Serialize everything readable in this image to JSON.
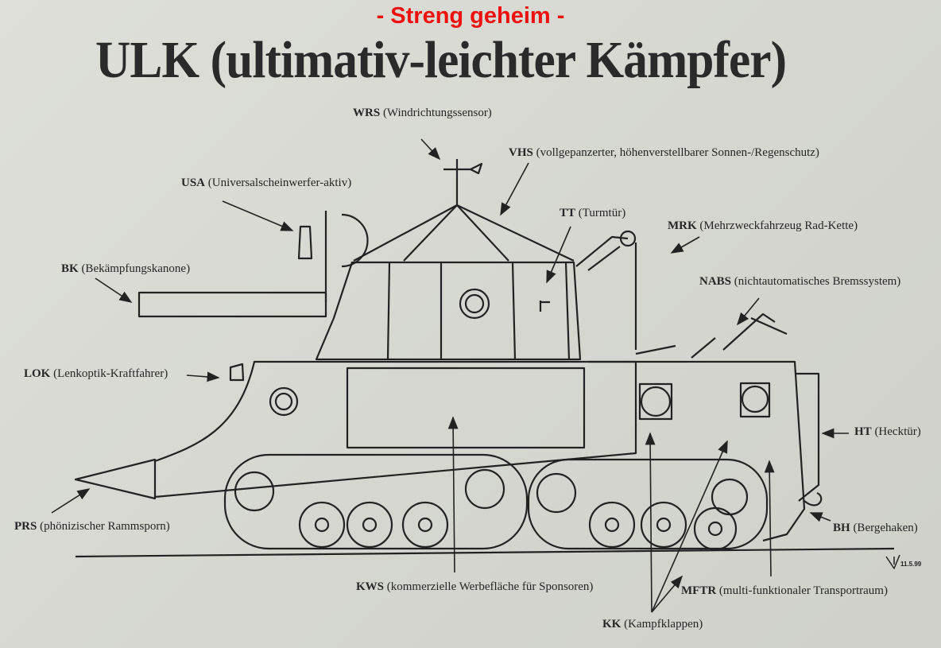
{
  "header": {
    "secret_label": "- Streng geheim -",
    "title": "ULK (ultimativ-leichter Kämpfer)"
  },
  "labels": {
    "wrs": {
      "abbr": "WRS",
      "desc": " (Windrichtungssensor)"
    },
    "vhs": {
      "abbr": "VHS",
      "desc": " (vollgepanzerter, höhenverstellbarer Sonnen-/Regenschutz)"
    },
    "usa": {
      "abbr": "USA",
      "desc": " (Universalscheinwerfer-aktiv)"
    },
    "tt": {
      "abbr": "TT",
      "desc": " (Turmtür)"
    },
    "mrk": {
      "abbr": "MRK",
      "desc": " (Mehrzweckfahrzeug Rad-Kette)"
    },
    "bk": {
      "abbr": "BK",
      "desc": " (Bekämpfungskanone)"
    },
    "nabs": {
      "abbr": "NABS",
      "desc": " (nichtautomatisches Bremssystem)"
    },
    "lok": {
      "abbr": "LOK",
      "desc": " (Lenkoptik-Kraftfahrer)"
    },
    "ht": {
      "abbr": "HT",
      "desc": " (Hecktür)"
    },
    "prs": {
      "abbr": "PRS",
      "desc": " (phönizischer Rammsporn)"
    },
    "bh": {
      "abbr": "BH",
      "desc": " (Bergehaken)"
    },
    "kws": {
      "abbr": "KWS",
      "desc": " (kommerzielle Werbefläche für Sponsoren)"
    },
    "mftr": {
      "abbr": "MFTR",
      "desc": " (multi-funktionaler Transportraum)"
    },
    "kk": {
      "abbr": "KK",
      "desc": " (Kampfklappen)"
    }
  },
  "signature": "11.5.99",
  "colors": {
    "secret": "#f01010",
    "ink": "#232323",
    "paper": "#d8d9d3"
  }
}
